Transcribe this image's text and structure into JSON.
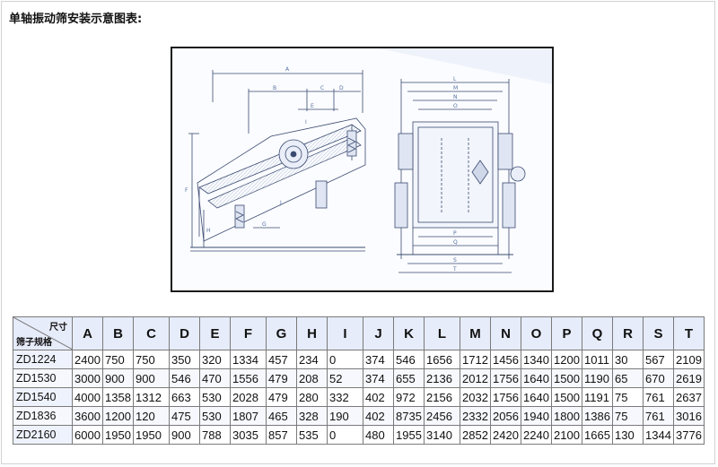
{
  "title": "单轴振动筛安装示意图表:",
  "drawing": {
    "side_view_labels": [
      "A",
      "B",
      "C",
      "D",
      "E",
      "F",
      "G",
      "H",
      "I",
      "J"
    ],
    "front_view_labels": [
      "L",
      "M",
      "N",
      "O",
      "P",
      "Q",
      "S",
      "T"
    ]
  },
  "table": {
    "corner_top": "尺寸",
    "corner_bottom": "筛子规格",
    "columns": [
      "A",
      "B",
      "C",
      "D",
      "E",
      "F",
      "G",
      "H",
      "I",
      "J",
      "K",
      "L",
      "M",
      "N",
      "O",
      "P",
      "Q",
      "R",
      "S",
      "T"
    ],
    "rows": [
      {
        "model": "ZD1224",
        "values": [
          "2400",
          "750",
          "750",
          "350",
          "320",
          "1334",
          "457",
          "234",
          "0",
          "374",
          "546",
          "1656",
          "1712",
          "1456",
          "1340",
          "1200",
          "1011",
          "30",
          "567",
          "2109"
        ]
      },
      {
        "model": "ZD1530",
        "values": [
          "3000",
          "900",
          "900",
          "546",
          "470",
          "1556",
          "479",
          "208",
          "52",
          "374",
          "655",
          "2136",
          "2012",
          "1756",
          "1640",
          "1500",
          "1190",
          "65",
          "670",
          "2619"
        ]
      },
      {
        "model": "ZD1540",
        "values": [
          "4000",
          "1358",
          "1312",
          "663",
          "530",
          "2028",
          "479",
          "280",
          "332",
          "402",
          "972",
          "2156",
          "2032",
          "1756",
          "1640",
          "1500",
          "1191",
          "75",
          "761",
          "2637"
        ]
      },
      {
        "model": "ZD1836",
        "values": [
          "3600",
          "1200",
          "120",
          "475",
          "530",
          "1807",
          "465",
          "328",
          "190",
          "402",
          "8735",
          "2456",
          "2332",
          "2056",
          "1940",
          "1800",
          "1386",
          "75",
          "761",
          "3016"
        ]
      },
      {
        "model": "ZD2160",
        "values": [
          "6000",
          "1950",
          "1950",
          "900",
          "788",
          "3035",
          "857",
          "535",
          "0",
          "480",
          "1955",
          "3140",
          "2852",
          "2420",
          "2240",
          "2100",
          "1665",
          "130",
          "1344",
          "3776"
        ]
      }
    ]
  }
}
